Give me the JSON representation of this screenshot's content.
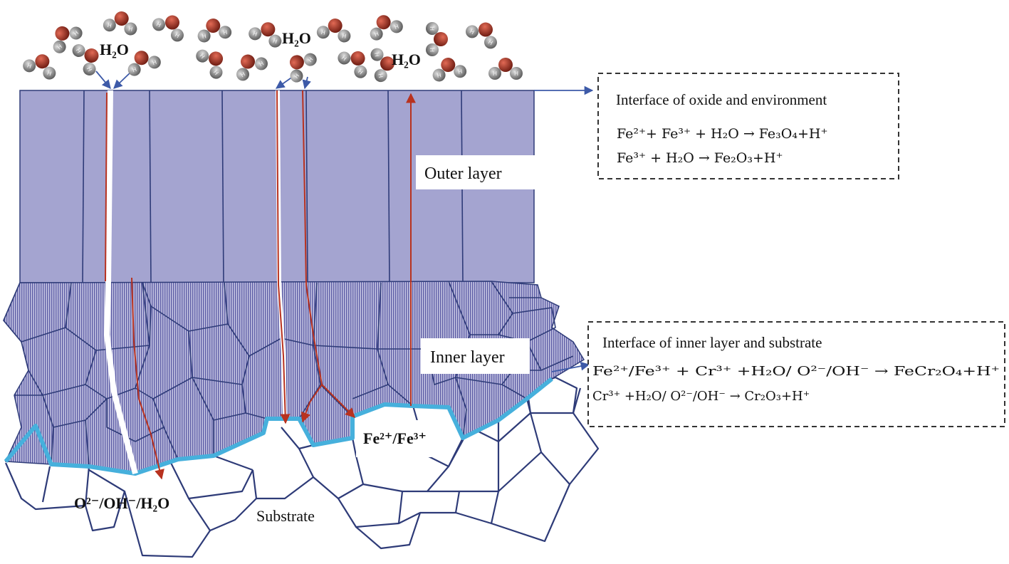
{
  "molecules": {
    "label_1": "H₂O",
    "label_2": "H₂O",
    "label_3": "H₂O",
    "atom_letter": "H"
  },
  "layers": {
    "outer_label": "Outer layer",
    "inner_label": "Inner layer",
    "substrate_label": "Substrate",
    "ions_bottom": "O²⁻/OH⁻/H₂O",
    "ions_interface": "Fe²⁺/Fe³⁺"
  },
  "callout_top": {
    "title": "Interface of oxide and environment",
    "eq1": "Fe²⁺+ Fe³⁺ + H₂O → Fe₃O₄+H⁺",
    "eq2": "Fe³⁺ + H₂O → Fe₂O₃+H⁺"
  },
  "callout_bottom": {
    "title": "Interface of inner layer and substrate",
    "eq1": "Fe²⁺/Fe³⁺ + Cr³⁺ +H₂O/ O²⁻/OH⁻ → FeCr₂O₄+H⁺",
    "eq2": "Cr³⁺ +H₂O/ O²⁻/OH⁻ → Cr₂O₃+H⁺"
  },
  "colors": {
    "oxide_fill": "#a4a4d0",
    "grain_line": "#2e3b78",
    "interface_line": "#46b0dc",
    "arrow_red": "#b8321f",
    "arrow_blue": "#3d5aa8",
    "oxygen_atom": "#8a2a1c",
    "hydrogen_atom": "#7c7c7c"
  }
}
